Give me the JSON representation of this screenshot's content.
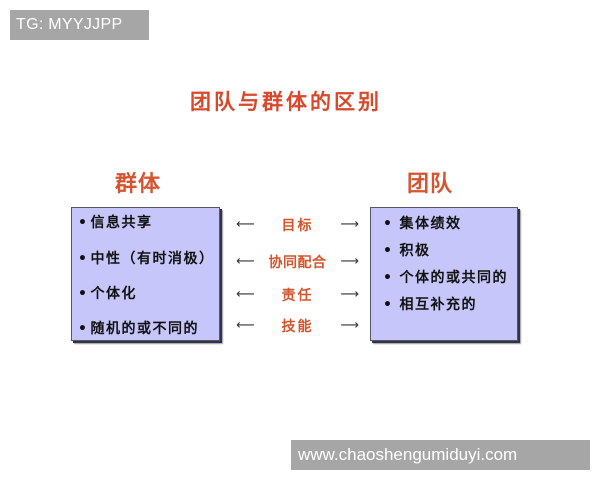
{
  "watermarks": {
    "top": "TG: MYYJJPP",
    "bottom": "www.chaoshengumiduyi.com"
  },
  "diagram": {
    "title": "团队与群体的区别",
    "colors": {
      "title": "#d9482a",
      "heading": "#d4552f",
      "box_fill": "#c6c6fb",
      "relation_label": "#d2552e"
    },
    "left": {
      "heading": "群体",
      "bullet": "•",
      "items": [
        "信息共享",
        "中性（有时消极）",
        "个体化",
        "随机的或不同的"
      ]
    },
    "right": {
      "heading": "团队",
      "bullet": "•",
      "items": [
        "集体绩效",
        "积极",
        "个体的或共同的",
        "相互补充的"
      ]
    },
    "relations": {
      "arrow_left": "⟵",
      "arrow_right": "⟶",
      "items": [
        "目标",
        "协同配合",
        "责任",
        "技能"
      ]
    }
  }
}
